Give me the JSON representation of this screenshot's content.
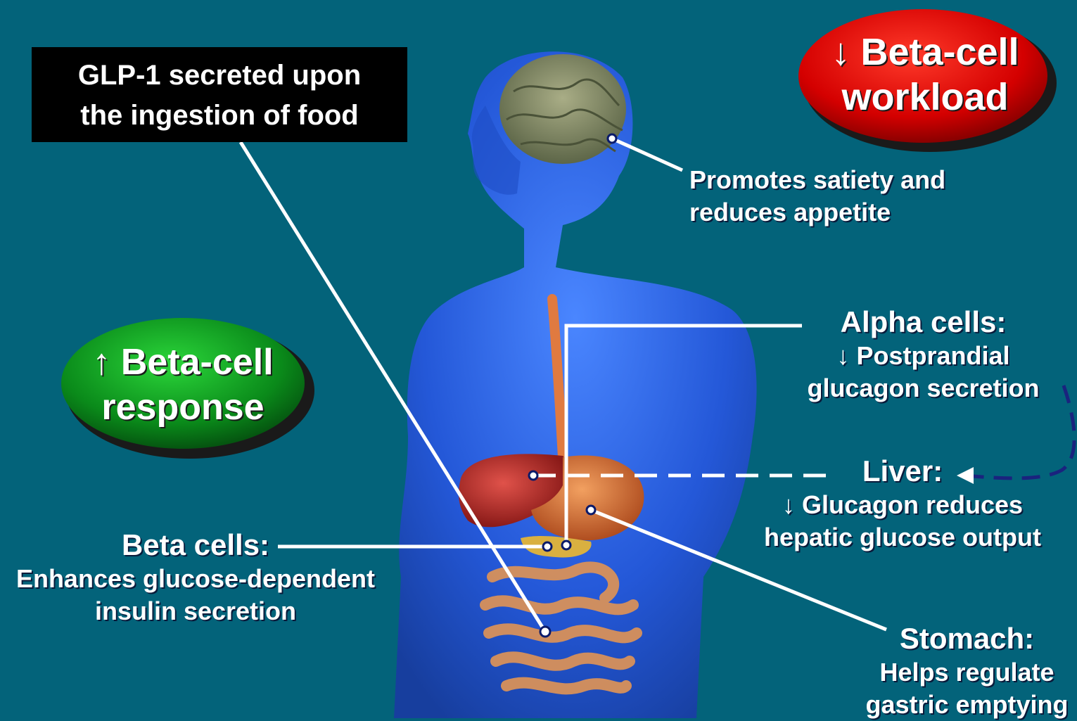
{
  "glp_box": {
    "line1": "GLP-1 secreted upon",
    "line2": "the ingestion of food"
  },
  "oval_red": {
    "line1": "↓ Beta-cell",
    "line2": "workload",
    "color": "#d40000"
  },
  "oval_green": {
    "line1": "↑ Beta-cell",
    "line2": "response",
    "color": "#0a8a1a"
  },
  "brain": {
    "line1": "Promotes satiety and",
    "line2": "reduces appetite"
  },
  "alpha": {
    "head": "Alpha cells:",
    "line1": "↓ Postprandial",
    "line2": "glucagon secretion"
  },
  "liver": {
    "head": "Liver:",
    "line1": "↓ Glucagon reduces",
    "line2": "hepatic glucose output"
  },
  "stomach": {
    "head": "Stomach:",
    "line1": "Helps regulate",
    "line2": "gastric emptying"
  },
  "beta": {
    "head": "Beta cells:",
    "line1": "Enhances glucose-dependent",
    "line2": "insulin secretion"
  },
  "colors": {
    "background": "#03637a",
    "body": "#2a5fe0",
    "line": "#ffffff",
    "dashed": "#ffffff"
  }
}
